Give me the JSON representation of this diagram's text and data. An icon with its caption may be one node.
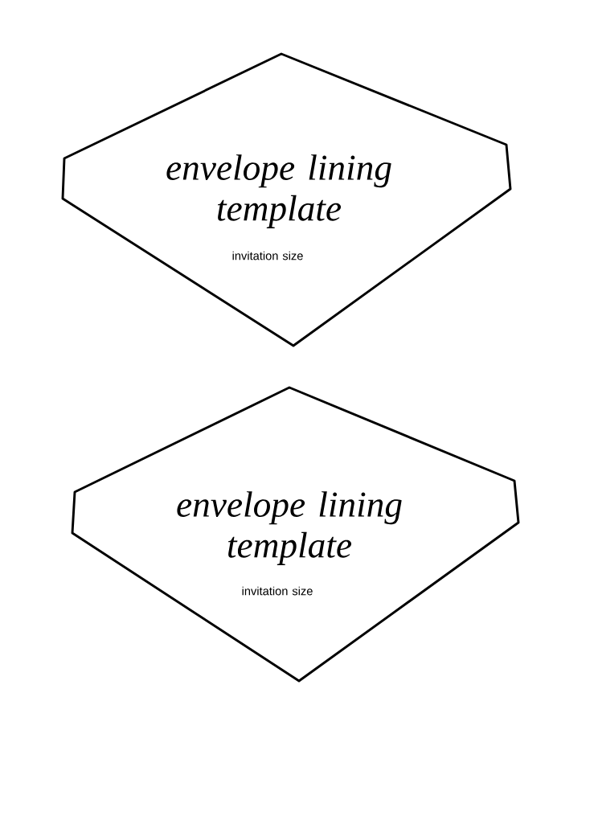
{
  "diagram": {
    "nodes": [
      {
        "text": [
          "envelope lining template",
          "invitation size"
        ]
      },
      {
        "text": [
          "envelope lining template",
          "invitation size"
        ]
      }
    ]
  }
}
